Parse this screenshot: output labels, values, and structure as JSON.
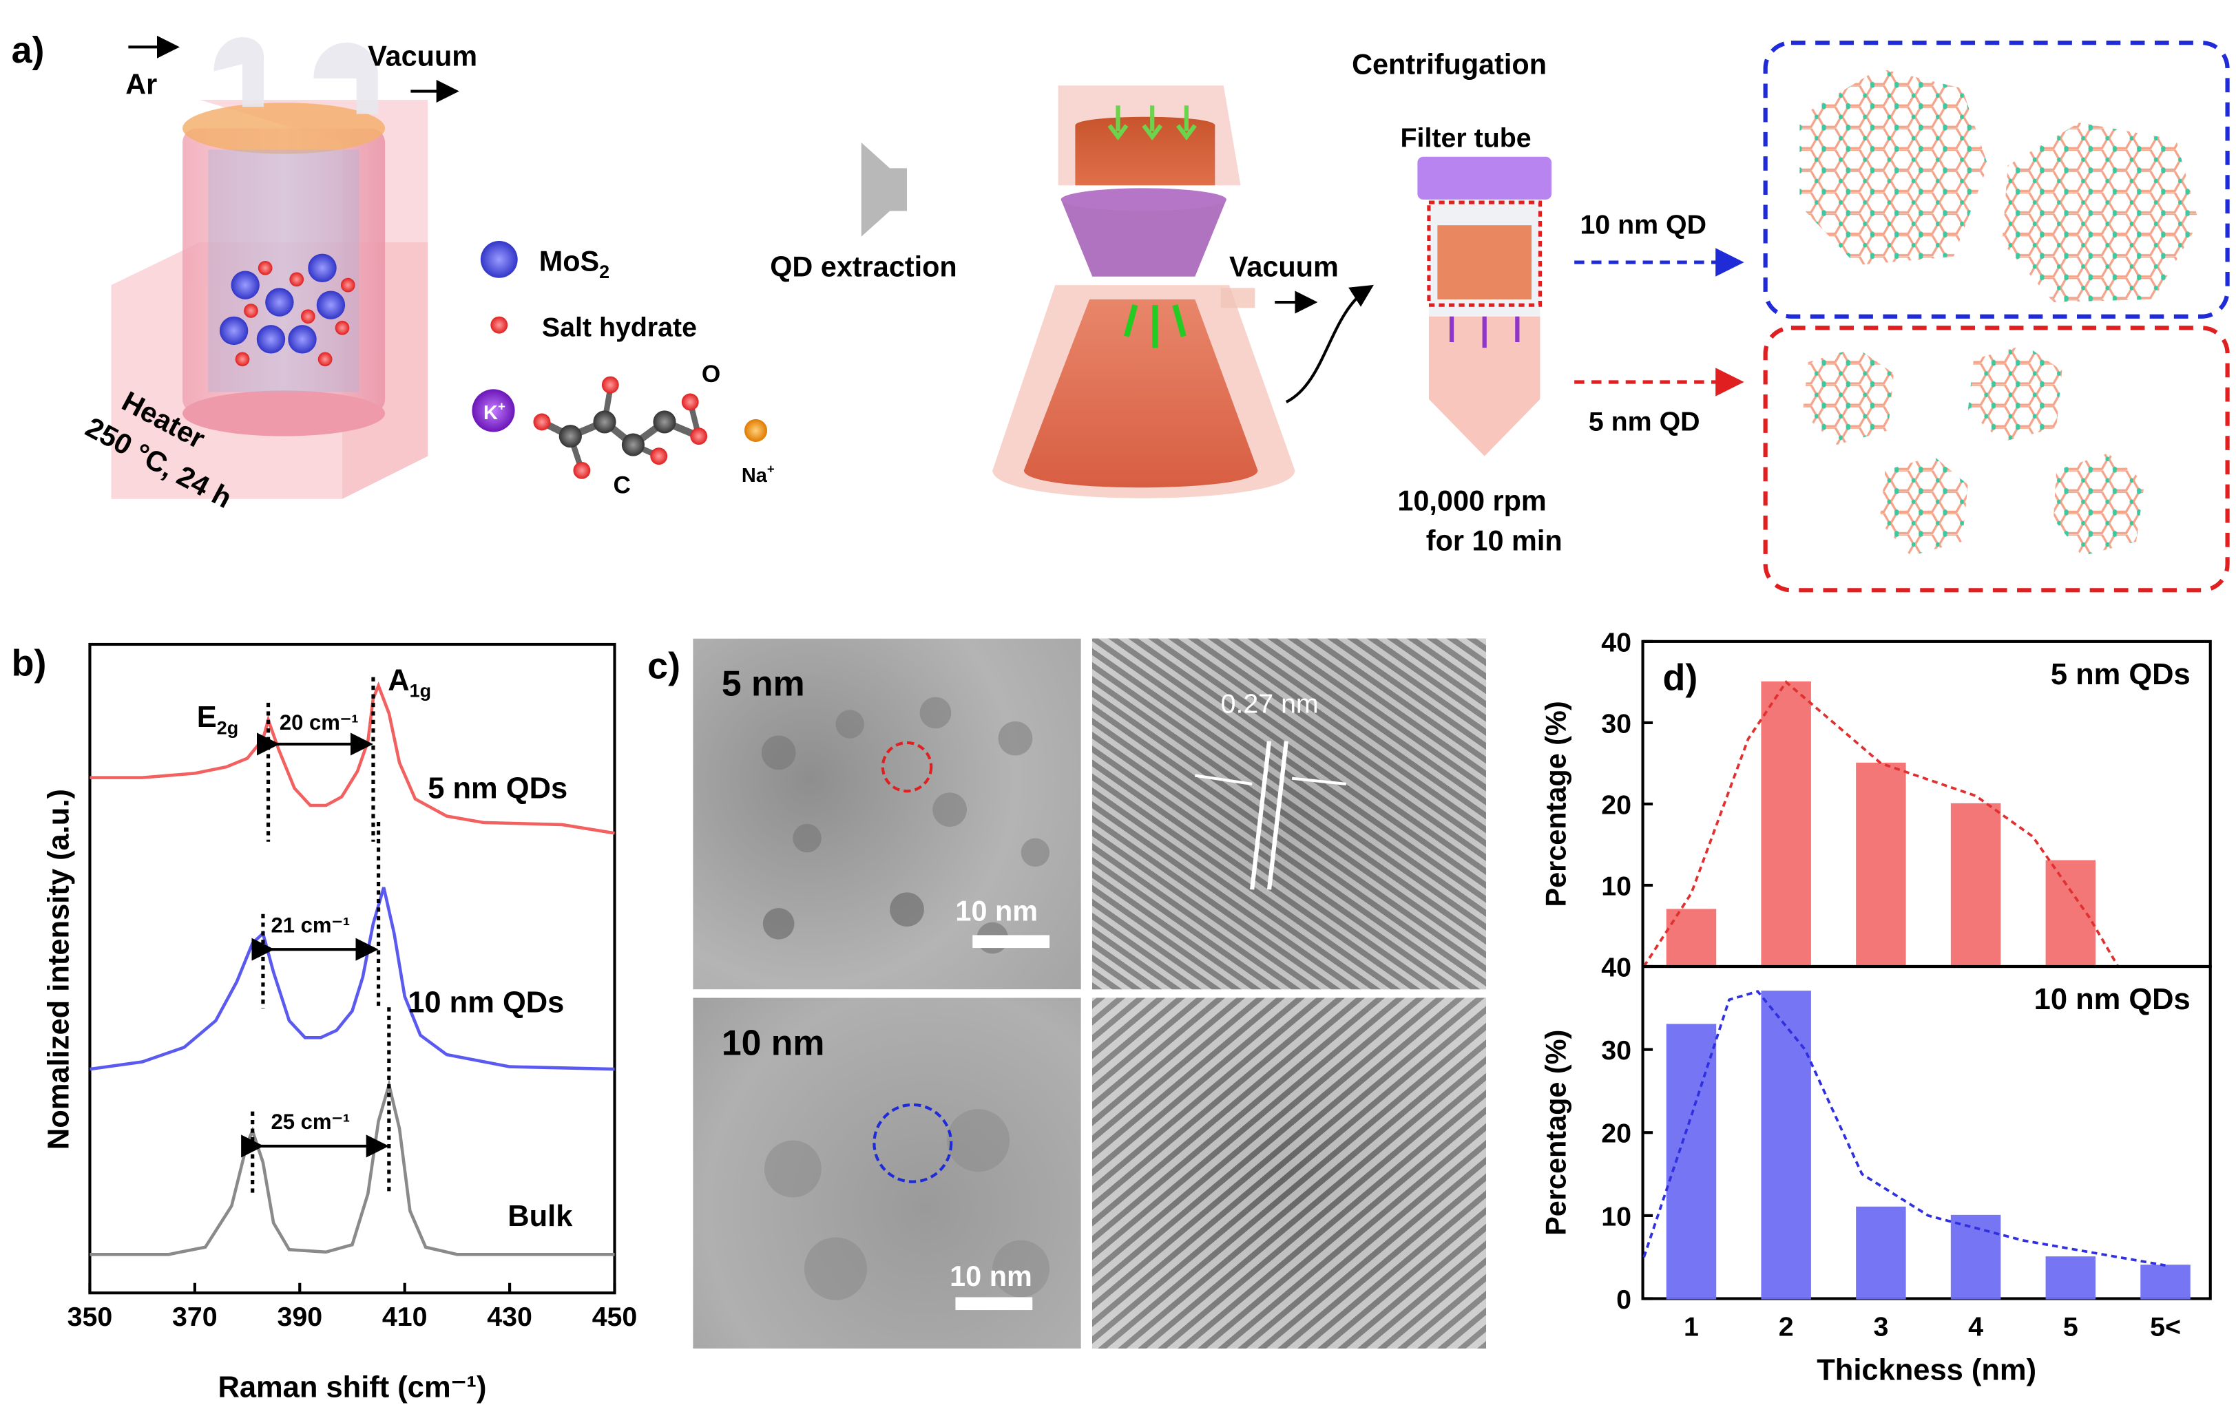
{
  "panel_a": {
    "label": "a)",
    "ar": "Ar",
    "vacuum_top": "Vacuum",
    "heater": "Heater",
    "heater_cond": "250 °C, 24 h",
    "legend": {
      "mos2_main": "MoS",
      "mos2_sub": "2",
      "salt": "Salt hydrate"
    },
    "atoms": {
      "k": "K",
      "k_sup": "+",
      "c": "C",
      "o": "O",
      "na": "Na",
      "na_sup": "+"
    },
    "qd_extraction": "QD extraction",
    "vacuum_mid": "Vacuum",
    "centrifugation": "Centrifugation",
    "filter_tube": "Filter tube",
    "rpm": "10,000 rpm",
    "time": "for 10 min",
    "qd10": "10 nm QD",
    "qd5": "5 nm QD",
    "colors": {
      "blue_box": "#1f2bd6",
      "red_box": "#e02020",
      "qd_bond": "#f4a48a",
      "qd_atom": "#3cc9a0"
    }
  },
  "panel_b": {
    "label": "b)",
    "ylabel": "Nomalized intensity (a.u.)",
    "xlabel": "Raman shift (cm⁻¹)",
    "peak_e2g": "E",
    "peak_e2g_sub": "2g",
    "peak_a1g": "A",
    "peak_a1g_sub": "1g",
    "ann_5nm": "20 cm⁻¹",
    "ann_10nm": "21 cm⁻¹",
    "ann_bulk": "25 cm⁻¹"
  },
  "panel_c": {
    "label": "c)",
    "top_label": "5 nm",
    "bottom_label": "10 nm",
    "scale_top": "10 nm",
    "scale_bottom": "10 nm",
    "lattice": "0.27 nm"
  },
  "panel_d": {
    "label": "d)"
  },
  "chart_data": [
    {
      "type": "line",
      "xlabel": "Raman shift (cm⁻¹)",
      "ylabel": "Nomalized intensity (a.u.)",
      "xlim": [
        350,
        450
      ],
      "xticks": [
        350,
        370,
        390,
        410,
        430,
        450
      ],
      "grid": false,
      "series": [
        {
          "name": "5 nm QDs",
          "color": "#f26060",
          "e2g": 384,
          "a1g": 404,
          "points": [
            [
              350,
              0.55
            ],
            [
              360,
              0.55
            ],
            [
              370,
              0.57
            ],
            [
              376,
              0.6
            ],
            [
              380,
              0.64
            ],
            [
              383,
              0.73
            ],
            [
              384,
              0.82
            ],
            [
              386,
              0.68
            ],
            [
              389,
              0.5
            ],
            [
              392,
              0.42
            ],
            [
              395,
              0.42
            ],
            [
              398,
              0.46
            ],
            [
              401,
              0.58
            ],
            [
              403,
              0.72
            ],
            [
              404,
              0.92
            ],
            [
              405,
              0.98
            ],
            [
              407,
              0.85
            ],
            [
              409,
              0.62
            ],
            [
              412,
              0.45
            ],
            [
              418,
              0.37
            ],
            [
              425,
              0.34
            ],
            [
              440,
              0.33
            ],
            [
              450,
              0.29
            ]
          ]
        },
        {
          "name": "10 nm QDs",
          "color": "#5a5af0",
          "e2g": 383,
          "a1g": 405,
          "points": [
            [
              350,
              0.0
            ],
            [
              360,
              0.03
            ],
            [
              368,
              0.09
            ],
            [
              374,
              0.2
            ],
            [
              378,
              0.36
            ],
            [
              381,
              0.52
            ],
            [
              383,
              0.56
            ],
            [
              385,
              0.4
            ],
            [
              388,
              0.2
            ],
            [
              391,
              0.13
            ],
            [
              394,
              0.13
            ],
            [
              397,
              0.16
            ],
            [
              400,
              0.24
            ],
            [
              402,
              0.38
            ],
            [
              404,
              0.6
            ],
            [
              406,
              0.75
            ],
            [
              408,
              0.56
            ],
            [
              410,
              0.3
            ],
            [
              413,
              0.14
            ],
            [
              418,
              0.06
            ],
            [
              430,
              0.01
            ],
            [
              450,
              0.0
            ]
          ]
        },
        {
          "name": "Bulk",
          "color": "#8a8a8a",
          "e2g": 381,
          "a1g": 407,
          "points": [
            [
              350,
              0.0
            ],
            [
              365,
              0.0
            ],
            [
              372,
              0.03
            ],
            [
              377,
              0.2
            ],
            [
              380,
              0.46
            ],
            [
              381,
              0.51
            ],
            [
              383,
              0.38
            ],
            [
              385,
              0.13
            ],
            [
              388,
              0.02
            ],
            [
              395,
              0.01
            ],
            [
              400,
              0.04
            ],
            [
              403,
              0.25
            ],
            [
              405,
              0.55
            ],
            [
              407,
              0.7
            ],
            [
              409,
              0.52
            ],
            [
              411,
              0.18
            ],
            [
              414,
              0.03
            ],
            [
              420,
              0.0
            ],
            [
              450,
              0.0
            ]
          ]
        }
      ]
    },
    {
      "type": "bar",
      "title": "5 nm QDs",
      "xlabel": "Thickness (nm)",
      "ylabel": "Percentage (%)",
      "categories": [
        "1",
        "2",
        "3",
        "4",
        "5"
      ],
      "values": [
        7,
        35,
        25,
        20,
        13
      ],
      "ylim": [
        0,
        40
      ],
      "yticks": [
        10,
        20,
        30,
        40
      ],
      "bar_color": "#f47070",
      "fit_line": true
    },
    {
      "type": "bar",
      "title": "10 nm QDs",
      "xlabel": "Thickness (nm)",
      "ylabel": "Percentage (%)",
      "categories": [
        "1",
        "2",
        "3",
        "4",
        "5",
        "5<"
      ],
      "values": [
        33,
        37,
        11,
        10,
        5,
        4
      ],
      "ylim": [
        0,
        40
      ],
      "yticks": [
        0,
        10,
        20,
        30,
        40
      ],
      "bar_color": "#6f6ff4",
      "fit_line": true
    }
  ]
}
